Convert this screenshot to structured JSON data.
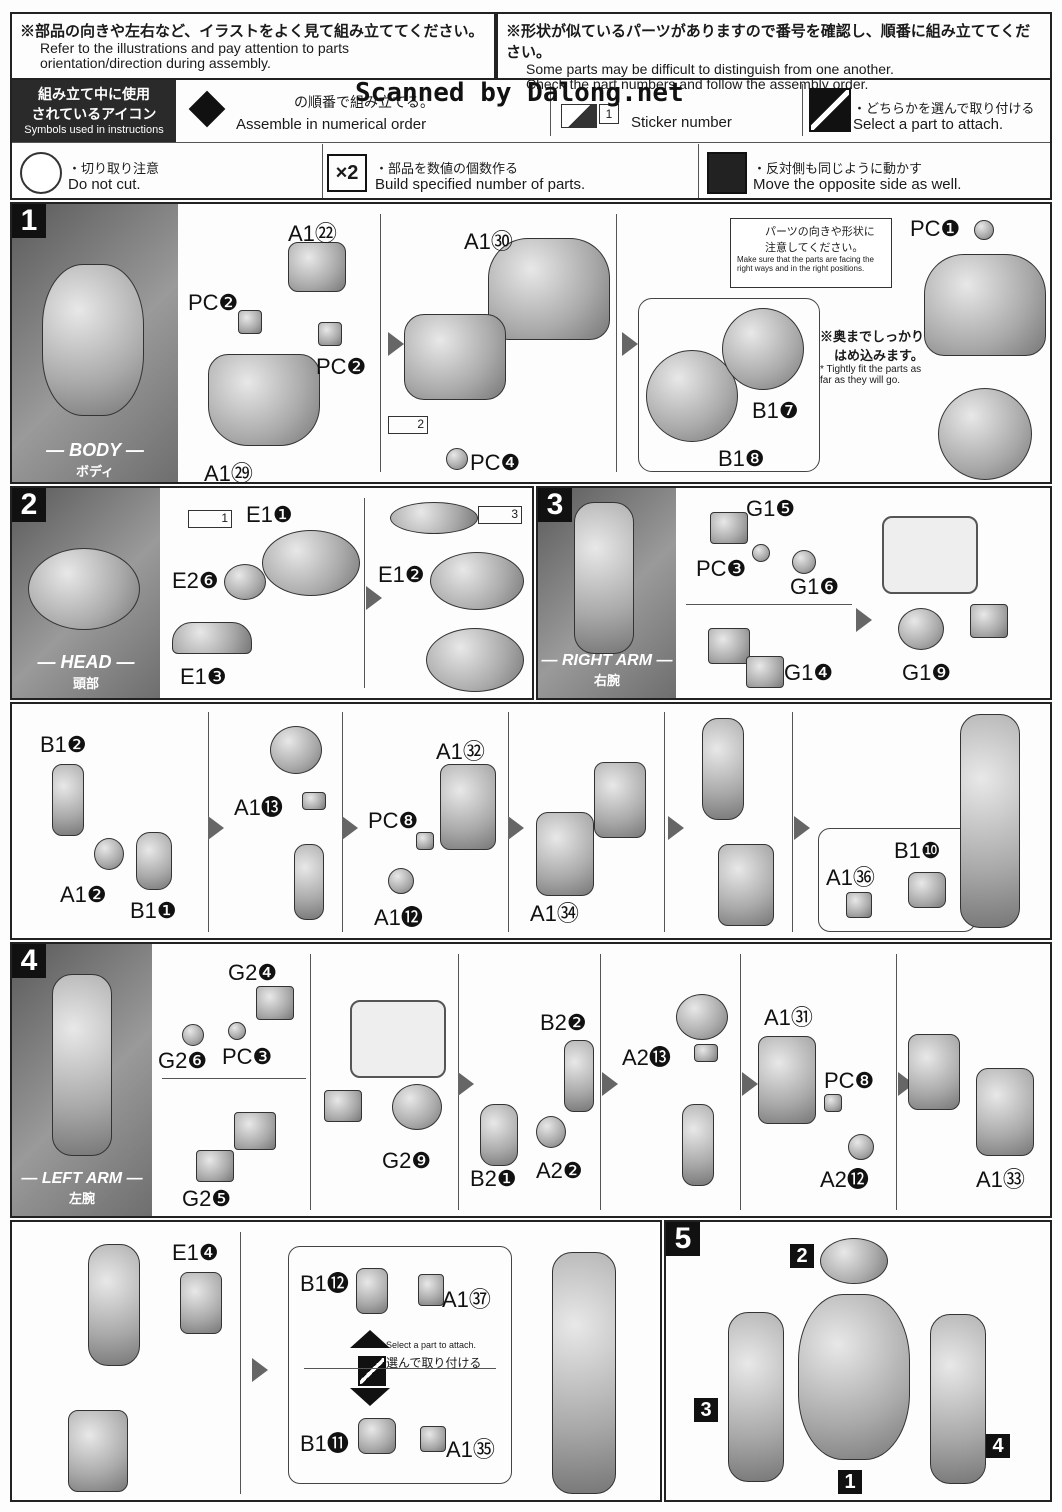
{
  "header": {
    "left_jp": "※部品の向きや左右など、イラストをよく見て組み立ててください。",
    "left_en1": "Refer to the illustrations and pay attention to parts",
    "left_en2": "orientation/direction during assembly.",
    "right_jp": "※形状が似ているパーツがありますので番号を確認し、順番に組み立ててください。",
    "right_en1": "Some parts may be difficult to distinguish from one another.",
    "right_en2": "Check the part numbers and follow the assembly order.",
    "watermark": "Scanned by Dalong.net"
  },
  "symbols": {
    "title_jp1": "組み立て中に使用",
    "title_jp2": "されているアイコン",
    "title_en": "Symbols used in instructions",
    "order_jp": "の順番で組み立てる。",
    "order_en": "Assemble in numerical order",
    "sticker_en": "Sticker number",
    "select_jp": "・どちらかを選んで取り付ける",
    "select_en": "Select a part to attach.",
    "cut_jp": "・切り取り注意",
    "cut_en": "Do not cut.",
    "build_jp": "・部品を数値の個数作る",
    "build_en": "Build specified number of parts.",
    "mirror_jp": "・反対側も同じように動かす",
    "mirror_en": "Move the opposite side as well.",
    "x2": "×2"
  },
  "sections": {
    "s1": "1",
    "s2": "2",
    "s3": "3",
    "s4": "4",
    "s5": "5",
    "body": "— BODY —",
    "body_jp": "ボディ",
    "head": "— HEAD —",
    "head_jp": "頭部",
    "rarm": "— RIGHT ARM —",
    "rarm_jp": "右腕",
    "larm": "— LEFT ARM —",
    "larm_jp": "左腕"
  },
  "notes": {
    "face_jp1": "パーツの向きや形状に",
    "face_jp2": "注意してください。",
    "face_en": "Make sure that the parts are facing the right ways and in the right positions.",
    "tight_jp1": "※奥までしっかり",
    "tight_jp2": "はめ込みます。",
    "tight_en": "* Tightly fit the parts as far as they will go.",
    "select_en": "Select a part to attach.",
    "select_jp": "選んで取り付ける"
  },
  "parts": {
    "step1": [
      "A1㉒",
      "PC❷",
      "PC❷",
      "A1㉙",
      "A1㉚",
      "PC❹",
      "PC❶",
      "B1❼",
      "B1❽"
    ],
    "step2": [
      "E1❶",
      "E2❻",
      "E1❸",
      "E1❷"
    ],
    "step3a": [
      "G1❺",
      "PC❸",
      "G1❻",
      "G1❹",
      "G1❾"
    ],
    "step3b": [
      "B1❷",
      "A1❷",
      "B1❶",
      "A1⓭",
      "A1㉜",
      "PC❽",
      "A1⓬",
      "A1㉞",
      "B1❿",
      "A1㊱"
    ],
    "step4a": [
      "G2❹",
      "G2❻",
      "PC❸",
      "G2❺",
      "G2❾",
      "B2❷",
      "B2❶",
      "A2❷",
      "A2⓭",
      "A1㉛",
      "PC❽",
      "A2⓬",
      "A1㉝"
    ],
    "step4b": [
      "E1❹",
      "B1⓬",
      "A1㊲",
      "B1⓫",
      "A1㉟"
    ]
  },
  "stickers": [
    "2",
    "1",
    "3"
  ],
  "assembly": [
    "2",
    "1",
    "3",
    "4"
  ]
}
